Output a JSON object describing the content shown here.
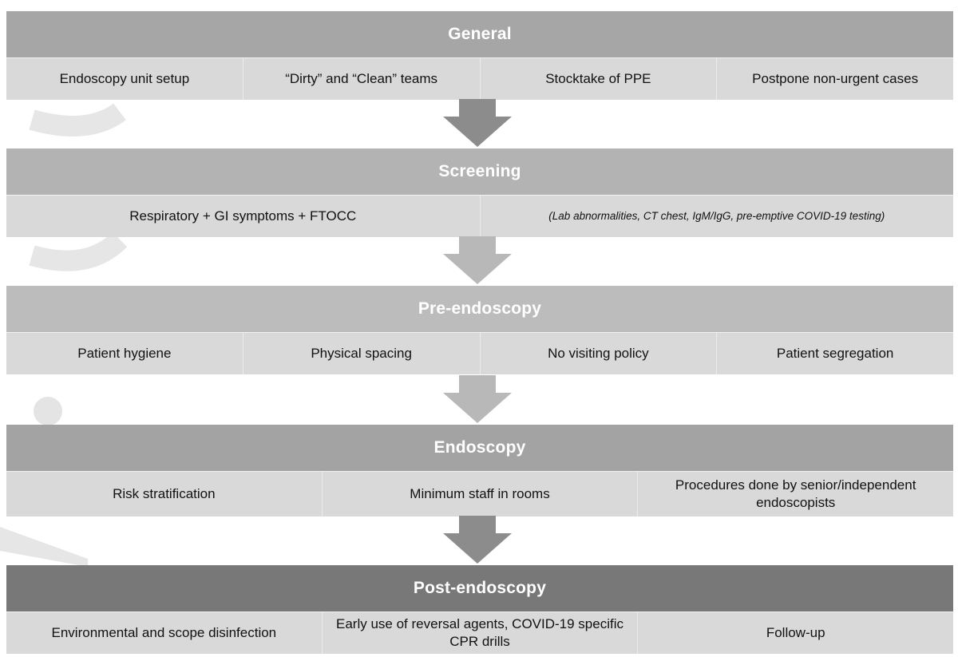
{
  "colors": {
    "general_header": "#a6a6a6",
    "screening_header": "#b3b3b3",
    "pre_header": "#bcbcbc",
    "endo_header": "#a3a3a3",
    "post_header": "#787878",
    "item_bg": "#d9d9d9",
    "arrow_dark": "#8c8c8c",
    "arrow_light": "#b8b8b8"
  },
  "stages": [
    {
      "title": "General",
      "items": [
        "Endoscopy unit setup",
        "“Dirty” and “Clean” teams",
        "Stocktake of PPE",
        "Postpone non-urgent cases"
      ]
    },
    {
      "title": "Screening",
      "items": [
        "Respiratory + GI symptoms + FTOCC",
        "(Lab abnormalities, CT chest, IgM/IgG, pre-emptive COVID-19 testing)"
      ]
    },
    {
      "title": "Pre-endoscopy",
      "items": [
        "Patient hygiene",
        "Physical spacing",
        "No visiting policy",
        "Patient segregation"
      ]
    },
    {
      "title": "Endoscopy",
      "items": [
        "Risk stratification",
        "Minimum staff in rooms",
        "Procedures done by senior/independent endoscopists"
      ]
    },
    {
      "title": "Post-endoscopy",
      "items": [
        "Environmental and scope disinfection",
        "Early use of reversal agents, COVID-19 specific CPR drills",
        "Follow-up"
      ]
    }
  ]
}
